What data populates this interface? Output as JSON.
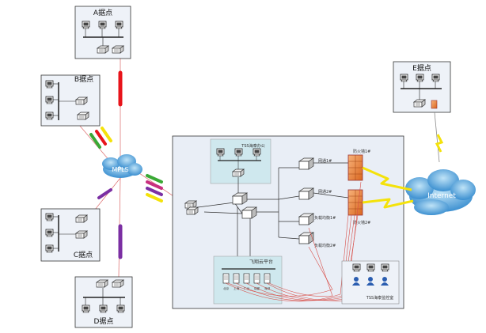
{
  "sites": {
    "A": {
      "label": "A据点"
    },
    "B": {
      "label": "B据点"
    },
    "C": {
      "label": "C据点"
    },
    "D": {
      "label": "D据点"
    },
    "E": {
      "label": "E据点"
    }
  },
  "clouds": {
    "mpls": {
      "label": "MPLS"
    },
    "internet": {
      "label": "Internet"
    }
  },
  "hq": {
    "office": {
      "label": "TSS海泰办公"
    },
    "cloud_platform": {
      "label": "飞翔云平台"
    },
    "monitor": {
      "label": "TSS海泰监控室"
    },
    "router1": {
      "label": "网通1#"
    },
    "router2": {
      "label": "网通2#"
    },
    "firewall1": {
      "label": "防火墙1#"
    },
    "firewall2": {
      "label": "防火墙2#"
    },
    "balancer1": {
      "label": "负载均衡1#"
    },
    "balancer2": {
      "label": "负载均衡2#"
    },
    "server_labels": [
      "北京",
      "上海",
      "广州",
      "成都",
      "深圳"
    ]
  },
  "colors": {
    "red": "#e8141b",
    "green": "#3aa935",
    "yellow": "#f4e20b",
    "purple": "#7b2fa3",
    "magenta": "#c8307f",
    "link_red": "#d8504a",
    "hq_bg": "#e9eef6",
    "sub_bg": "#cfe8ee"
  }
}
